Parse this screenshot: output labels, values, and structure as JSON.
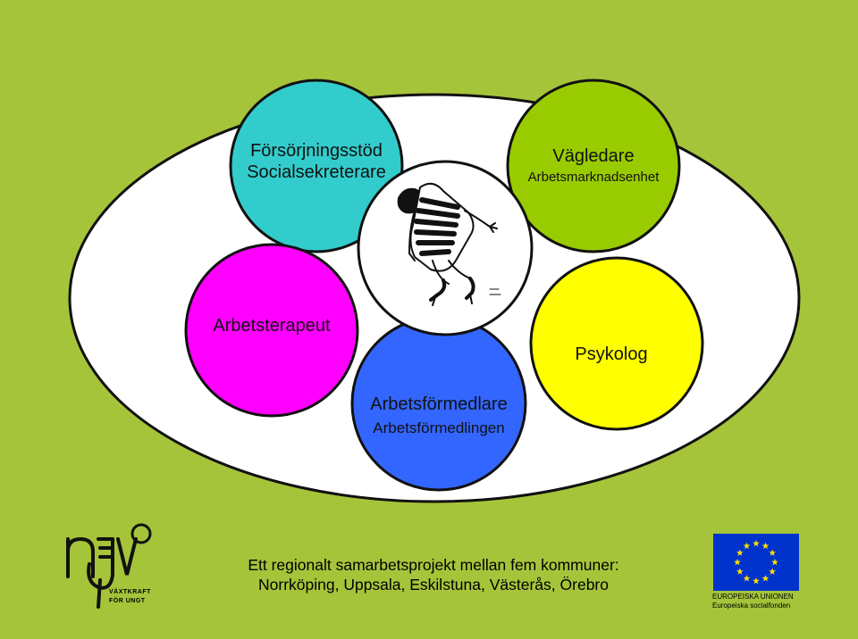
{
  "colors": {
    "background": "#a6c43a",
    "ellipse": "#ffffff",
    "cyan": "#33cccc",
    "green": "#99cc00",
    "magenta": "#ff00ff",
    "blue": "#3366ff",
    "yellow": "#ffff00",
    "eu_blue": "#0033cc",
    "eu_star": "#ffdd00"
  },
  "nodes": {
    "forsorjning": {
      "line1": "Försörjningsstöd",
      "line2": "Socialsekreterare"
    },
    "vagledare": {
      "line1": "Vägledare",
      "line2": "Arbetsmarknadsenhet"
    },
    "arbetsterapeut": {
      "line1": "Arbetsterapeut"
    },
    "psykolog": {
      "line1": "Psykolog"
    },
    "arbetsformedlare": {
      "line1": "Arbetsförmedlare",
      "line2": "Arbetsförmedlingen"
    }
  },
  "center": {
    "image": "sketch of a lying person in a striped sweater"
  },
  "footer": {
    "line1": "Ett regionalt samarbetsprojekt mellan fem kommuner:",
    "line2": "Norrköping, Uppsala, Eskilstuna, Västerås, Örebro"
  },
  "logo": {
    "mark": "nEVO",
    "sub1": "VÄXTKRAFT",
    "sub2": "FÖR UNGT"
  },
  "eu": {
    "caption1": "EUROPEISKA UNIONEN",
    "caption2": "Europeiska socialfonden"
  }
}
